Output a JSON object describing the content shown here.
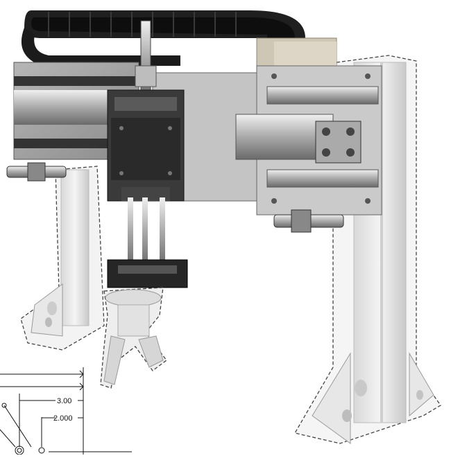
{
  "image": {
    "subject": "gantry-robot-photo",
    "dimension_labels": {
      "a": "3.00",
      "b": "2.000"
    }
  }
}
